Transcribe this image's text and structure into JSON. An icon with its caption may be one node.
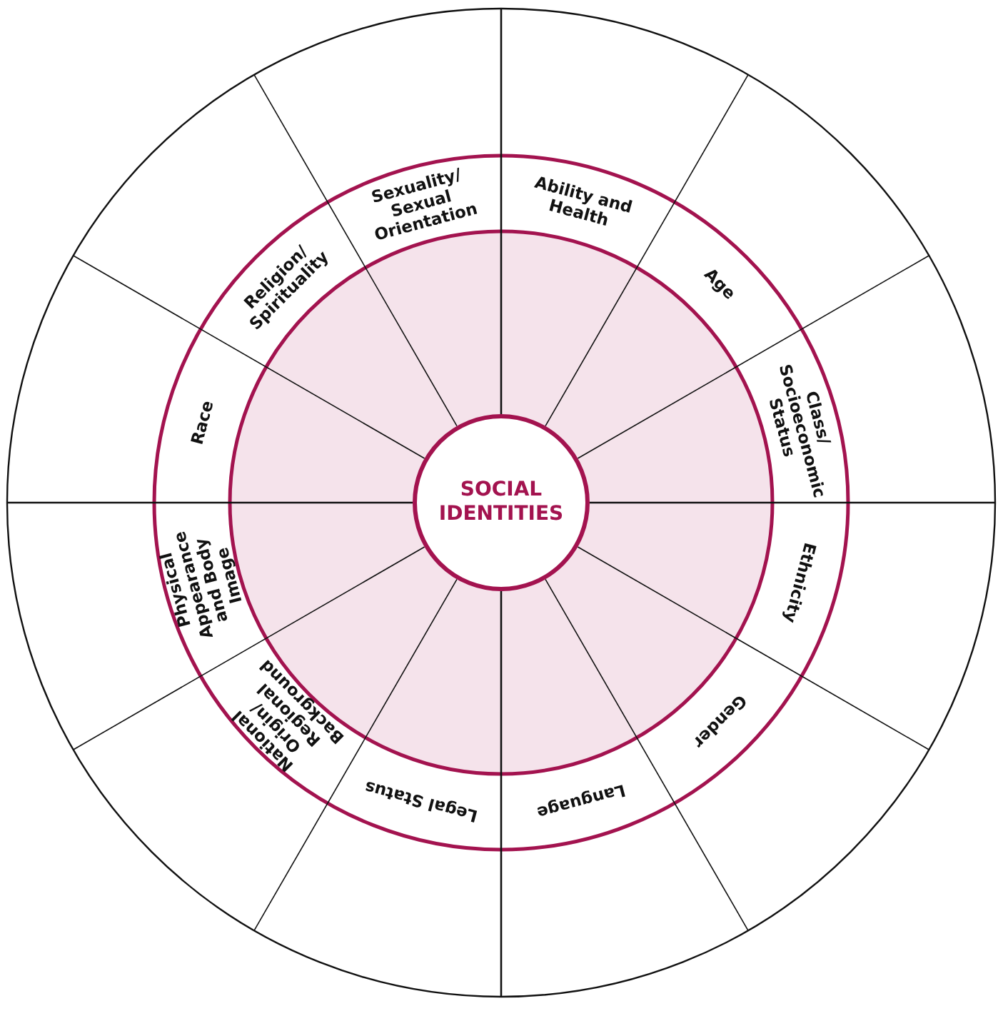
{
  "diagram": {
    "nodes": [
      {
        "text": [
          "SOCIAL IDENTITIES"
        ]
      },
      {
        "text": [
          "Ability and Health"
        ]
      },
      {
        "text": [
          "Age"
        ]
      },
      {
        "text": [
          "Class/ Socioeconomic Status"
        ]
      },
      {
        "text": [
          "Ethnicity"
        ]
      },
      {
        "text": [
          "Gender"
        ]
      },
      {
        "text": [
          "Language"
        ]
      },
      {
        "text": [
          "Legal Status"
        ]
      },
      {
        "text": [
          "National Origin/ Regional Background"
        ]
      },
      {
        "text": [
          "Physical Appearance and Body Image"
        ]
      },
      {
        "text": [
          "Race"
        ]
      },
      {
        "text": [
          "Religion/ Spirituality"
        ]
      },
      {
        "text": [
          "Sexuality/ Sexual Orientation"
        ]
      }
    ]
  }
}
